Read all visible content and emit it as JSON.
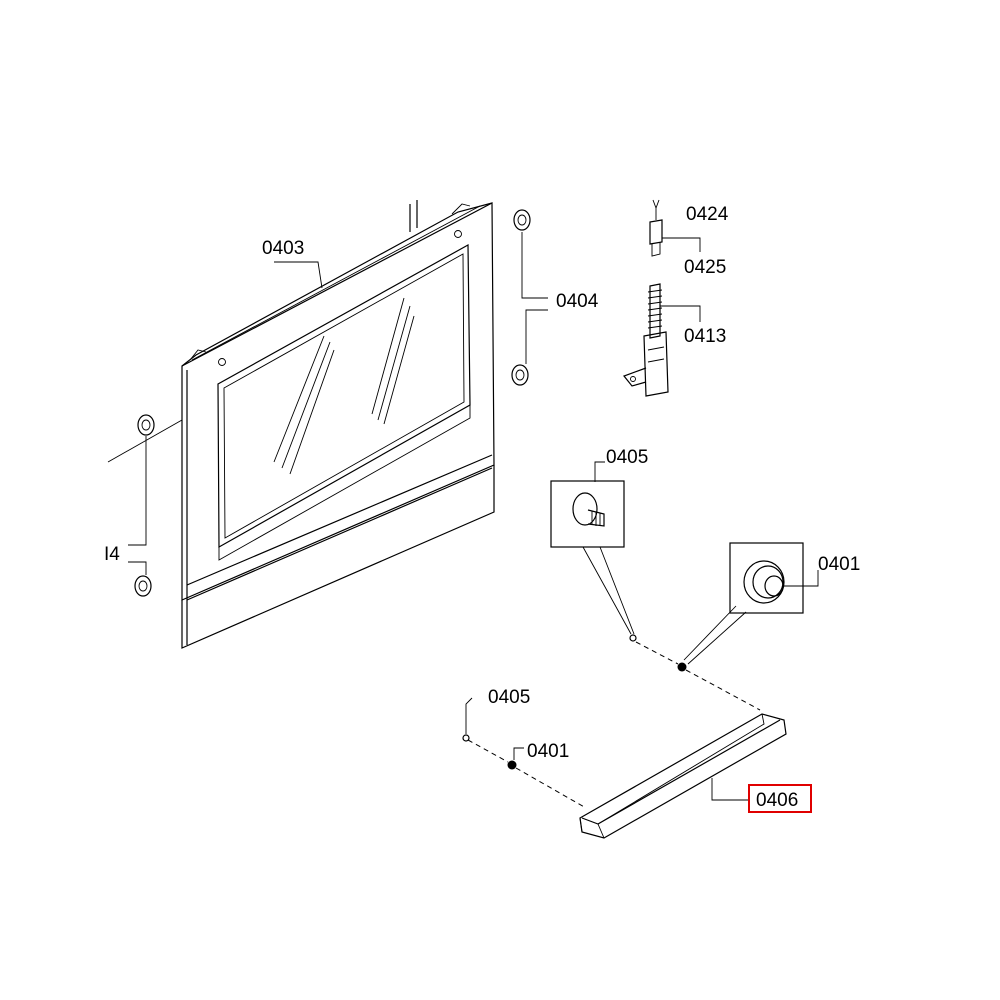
{
  "labels": {
    "door": "0403",
    "hinge_pad_right": "0404",
    "hinge_pad_left_partial": "I4",
    "pin_top": "0424",
    "pin_clip": "0425",
    "hinge": "0413",
    "screw_zoom": "0405",
    "spacer_zoom": "0401",
    "screw_small": "0405",
    "spacer_small": "0401",
    "handle": "0406"
  },
  "colors": {
    "line": "#000000",
    "highlight": "#e00000"
  },
  "highlighted_part": "0406"
}
